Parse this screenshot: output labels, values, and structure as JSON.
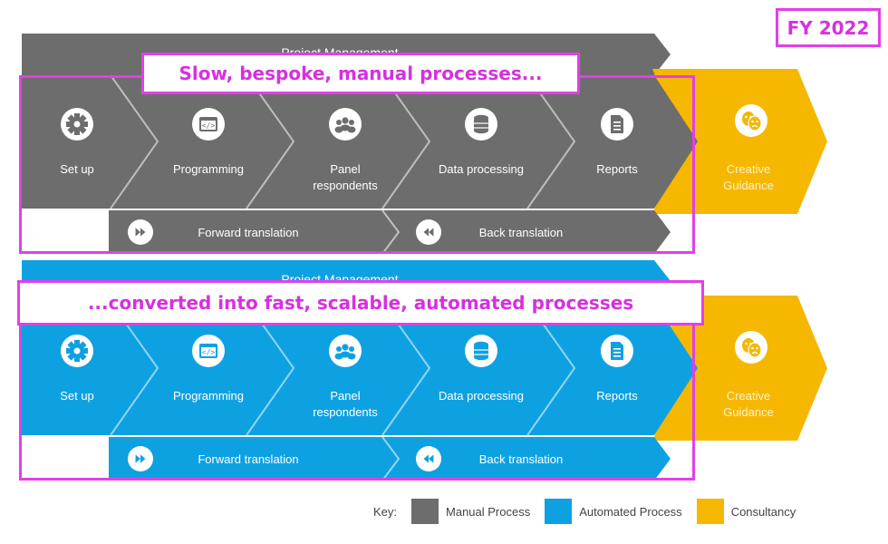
{
  "header": {
    "fiscal_year": "FY 2022"
  },
  "colors": {
    "manual": "#6d6d6d",
    "automated": "#0ea1e2",
    "consultancy": "#f6b700",
    "highlight": "#e040e8",
    "text_light": "#ffffff",
    "text_dim": "#e6e6e6"
  },
  "rows": [
    {
      "id": "manual",
      "annotation": "Slow, bespoke, manual processes...",
      "top_banner": "Project Management",
      "steps": [
        {
          "label": "Set up",
          "icon": "gear-icon"
        },
        {
          "label": "Programming",
          "icon": "code-window-icon"
        },
        {
          "label": "Panel respondents",
          "icon": "people-icon"
        },
        {
          "label": "Data processing",
          "icon": "database-icon"
        },
        {
          "label": "Reports",
          "icon": "document-icon"
        }
      ],
      "consultancy": {
        "label": "Creative Guidance",
        "icon": "theatre-masks-icon"
      },
      "translations": [
        {
          "label": "Forward translation",
          "icon": "fast-forward-icon"
        },
        {
          "label": "Back translation",
          "icon": "rewind-icon"
        }
      ]
    },
    {
      "id": "automated",
      "annotation": "...converted into fast, scalable, automated processes",
      "top_banner": "Project Management",
      "steps": [
        {
          "label": "Set up",
          "icon": "gear-icon"
        },
        {
          "label": "Programming",
          "icon": "code-window-icon"
        },
        {
          "label": "Panel respondents",
          "icon": "people-icon"
        },
        {
          "label": "Data processing",
          "icon": "database-icon"
        },
        {
          "label": "Reports",
          "icon": "document-icon"
        }
      ],
      "consultancy": {
        "label": "Creative Guidance",
        "icon": "theatre-masks-icon"
      },
      "translations": [
        {
          "label": "Forward translation",
          "icon": "fast-forward-icon"
        },
        {
          "label": "Back translation",
          "icon": "rewind-icon"
        }
      ]
    }
  ],
  "key": {
    "title": "Key:",
    "items": [
      {
        "label": "Manual Process",
        "color": "#6d6d6d"
      },
      {
        "label": "Automated Process",
        "color": "#0ea1e2"
      },
      {
        "label": "Consultancy",
        "color": "#f6b700"
      }
    ]
  }
}
